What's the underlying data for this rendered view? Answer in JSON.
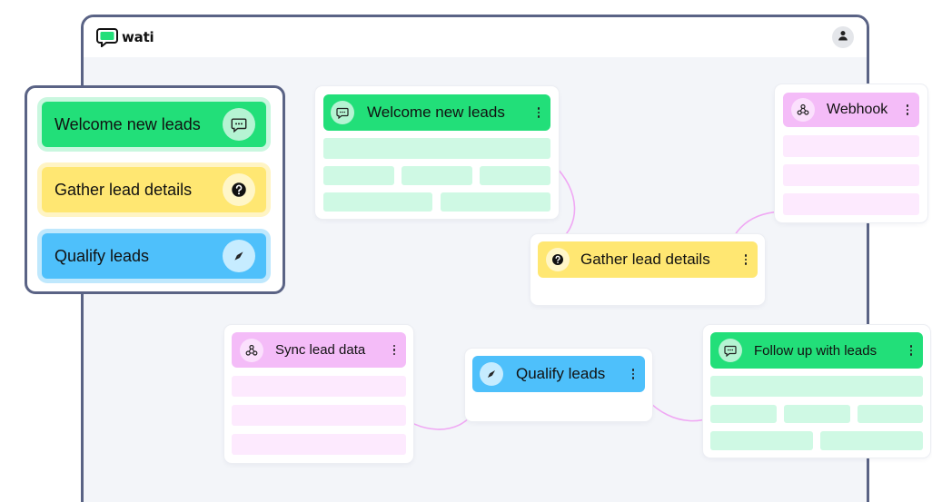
{
  "app": {
    "brand": "wati",
    "account_icon": "user-icon"
  },
  "legend": {
    "items": [
      {
        "label": "Welcome new leads",
        "icon": "chat-bubble-icon",
        "color": "#22df79"
      },
      {
        "label": "Gather lead details",
        "icon": "question-circle-icon",
        "color": "#ffe772"
      },
      {
        "label": "Qualify leads",
        "icon": "compass-arrow-icon",
        "color": "#4ec0fb"
      }
    ]
  },
  "flow": {
    "welcome": {
      "label": "Welcome new leads",
      "icon": "chat-bubble-icon"
    },
    "gather": {
      "label": "Gather lead details",
      "icon": "question-circle-icon"
    },
    "webhook": {
      "label": "Webhook",
      "icon": "webhook-icon"
    },
    "sync": {
      "label": "Sync lead data",
      "icon": "webhook-icon"
    },
    "qualify": {
      "label": "Qualify leads",
      "icon": "compass-arrow-icon"
    },
    "followup": {
      "label": "Follow up with leads",
      "icon": "chat-bubble-icon"
    }
  },
  "colors": {
    "frame": "#5a6385",
    "green": "#22df79",
    "yellow": "#ffe772",
    "blue": "#4ec0fb",
    "pink": "#f4bcf8",
    "connector": "#f0a8f4"
  }
}
